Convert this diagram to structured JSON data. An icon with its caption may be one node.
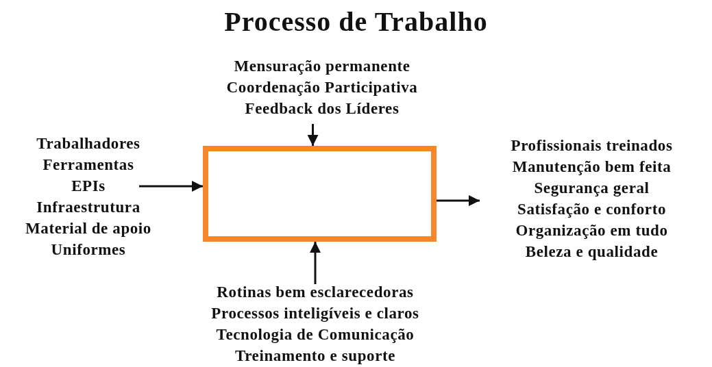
{
  "diagram": {
    "title": "Processo de Trabalho",
    "nodes": [
      {
        "text": [],
        "shape": "box"
      },
      {
        "text": [
          "Mensuração permanente",
          "Coordenação Participativa",
          "Feedback dos Líderes"
        ]
      },
      {
        "text": [
          "Trabalhadores",
          "Ferramentas",
          "EPIs",
          "Infraestrutura",
          "Material de apoio",
          "Uniformes"
        ]
      },
      {
        "text": [
          "Profissionais treinados",
          "Manutenção bem feita",
          "Segurança geral",
          "Satisfação e conforto",
          "Organização em tudo",
          "Beleza e qualidade"
        ]
      },
      {
        "text": [
          "Rotinas bem esclarecedoras",
          "Processos inteligíveis e claros",
          "Tecnologia de Comunicação",
          "Treinamento e suporte"
        ]
      }
    ],
    "edges": [
      {
        "from": 1,
        "to": 0,
        "arrow": "to"
      },
      {
        "from": 2,
        "to": 0,
        "arrow": "to"
      },
      {
        "from": 4,
        "to": 0,
        "arrow": "to"
      },
      {
        "from": 0,
        "to": 3,
        "arrow": "to"
      }
    ]
  }
}
